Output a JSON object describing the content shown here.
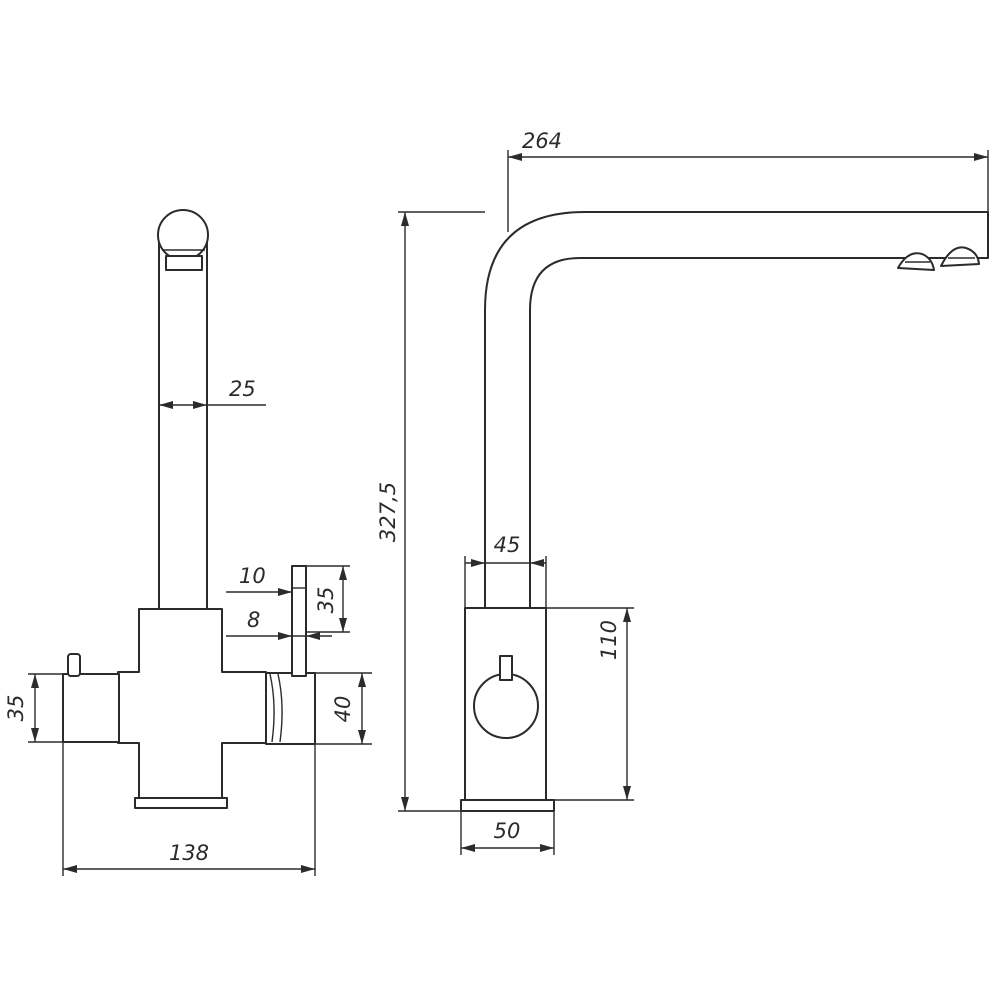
{
  "dimensions": {
    "base_width": "138",
    "spout_diameter": "25",
    "handle_width": "10",
    "handle_height": "35",
    "handle_offset": "8",
    "left_inlet": "35",
    "right_inlet": "40",
    "spout_reach": "264",
    "total_height": "327,5",
    "column_width": "45",
    "body_height": "110",
    "base_diameter": "50"
  },
  "colors": {
    "line": "#2b2b2b",
    "background": "#ffffff"
  }
}
